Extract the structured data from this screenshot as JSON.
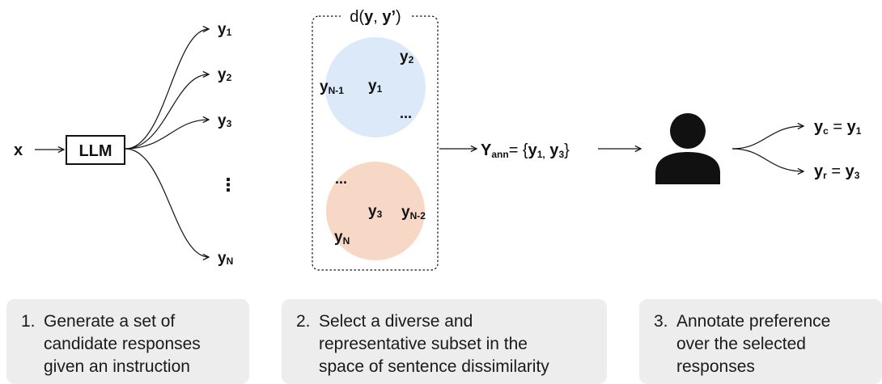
{
  "step1": {
    "input": "x",
    "model": "LLM",
    "outputs": [
      "y1",
      "y2",
      "y3",
      "⋮",
      "yN"
    ],
    "caption_number": "1.",
    "caption_lines": [
      "Generate a set of",
      "candidate responses",
      "given an instruction"
    ]
  },
  "step2": {
    "metric": "d(y, y’)",
    "cluster_blue": [
      "yN-1",
      "y1",
      "y2",
      "..."
    ],
    "cluster_orange": [
      "...",
      "y3",
      "yN-2",
      "yN"
    ],
    "selected": "Yann= {y1, y3}",
    "caption_number": "2.",
    "caption_lines": [
      "Select a diverse and",
      "representative subset in the",
      "space of sentence dissimilarity"
    ]
  },
  "step3": {
    "chosen": "yc = y1",
    "rejected": "yr = y3",
    "caption_number": "3.",
    "caption_lines": [
      "Annotate preference",
      "over the selected",
      "responses"
    ]
  },
  "colors": {
    "blue_cluster": "#dce9f9",
    "orange_cluster": "#f7d8c6",
    "caption_bg": "#ededed",
    "person": "#111111"
  }
}
